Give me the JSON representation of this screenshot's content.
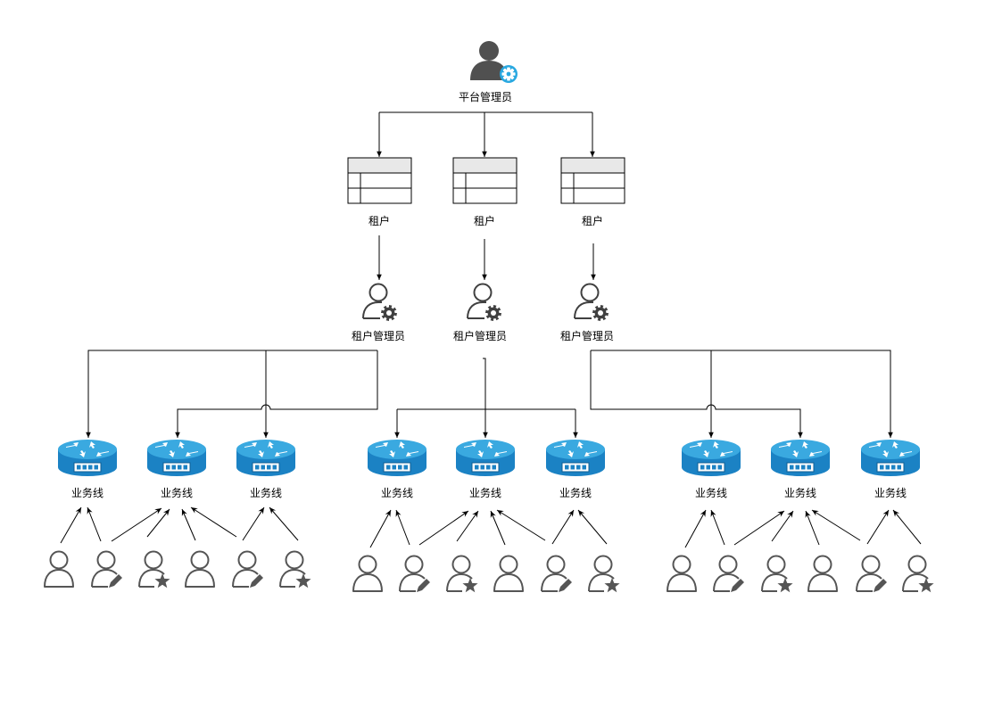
{
  "platform_admin": {
    "label": "平台管理员"
  },
  "tenants": [
    {
      "label": "租户",
      "admin_label": "租户管理员",
      "business_lines": [
        {
          "label": "业务线"
        },
        {
          "label": "业务线"
        },
        {
          "label": "业务线"
        }
      ]
    },
    {
      "label": "租户",
      "admin_label": "租户管理员",
      "business_lines": [
        {
          "label": "业务线"
        },
        {
          "label": "业务线"
        },
        {
          "label": "业务线"
        }
      ]
    },
    {
      "label": "租户",
      "admin_label": "租户管理员",
      "business_lines": [
        {
          "label": "业务线"
        },
        {
          "label": "业务线"
        },
        {
          "label": "业务线"
        }
      ]
    }
  ],
  "user_roles": [
    "user-icon",
    "user-edit-icon",
    "user-star-icon",
    "user-icon",
    "user-edit-icon",
    "user-star-icon"
  ],
  "colors": {
    "router_top": "#3aa9e0",
    "router_body": "#1b82c4",
    "gear": "#29a8e0",
    "admin_fill": "#505050",
    "user_stroke": "#555555"
  }
}
